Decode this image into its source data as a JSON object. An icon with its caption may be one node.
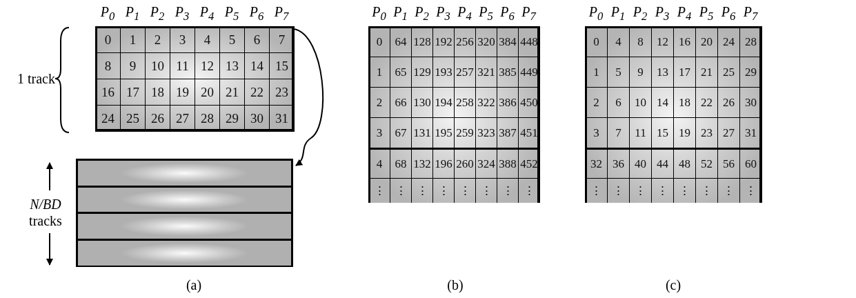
{
  "diagram": {
    "nodes": [
      {
        "text": [],
        "shape": "box"
      },
      {
        "text": [],
        "shape": "box"
      }
    ],
    "edges": [
      {
        "from": 0,
        "to": 1,
        "arrow": "to"
      }
    ],
    "labels": [
      "P$_{0}$",
      "P$_{1}$",
      "P$_{2}$",
      "P$_{3}$",
      "P$_{4}$",
      "P$_{5}$",
      "P$_{6}$",
      "P$_{7}$",
      "0",
      "1",
      "2",
      "3",
      "4",
      "5",
      "6",
      "7",
      "8",
      "9",
      "10",
      "11",
      "12",
      "13",
      "14",
      "15",
      "16",
      "17",
      "18",
      "19",
      "20",
      "21",
      "22",
      "23",
      "24",
      "25",
      "26",
      "27",
      "28",
      "29",
      "30",
      "31",
      "1 track",
      "*N/BD* tracks",
      "(a)",
      "P$_{0}$",
      "P$_{1}$",
      "P$_{2}$",
      "P$_{3}$",
      "P$_{4}$",
      "P$_{5}$",
      "P$_{6}$",
      "P$_{7}$",
      "0",
      "64",
      "128",
      "192",
      "256",
      "320",
      "384",
      "448",
      "1",
      "65",
      "129",
      "193",
      "257",
      "321",
      "385",
      "449",
      "2",
      "66",
      "130",
      "194",
      "258",
      "322",
      "386",
      "450",
      "3",
      "67",
      "131",
      "195",
      "259",
      "323",
      "387",
      "451",
      "4",
      "68",
      "132",
      "196",
      "260",
      "324",
      "388",
      "452",
      "⋮",
      "⋮",
      "⋮",
      "⋮",
      "⋮",
      "⋮",
      "⋮",
      "⋮",
      "(b)",
      "P$_{0}$",
      "P$_{1}$",
      "P$_{2}$",
      "P$_{3}$",
      "P$_{4}$",
      "P$_{5}$",
      "P$_{6}$",
      "P$_{7}$",
      "0",
      "4",
      "8",
      "12",
      "16",
      "20",
      "24",
      "28",
      "1",
      "5",
      "9",
      "13",
      "17",
      "21",
      "25",
      "29",
      "2",
      "6",
      "10",
      "14",
      "18",
      "22",
      "26",
      "30",
      "3",
      "7",
      "11",
      "15",
      "19",
      "23",
      "27",
      "31",
      "32",
      "36",
      "40",
      "44",
      "48",
      "52",
      "56",
      "60",
      "⋮",
      "⋮",
      "⋮",
      "⋮",
      "⋮",
      "⋮",
      "⋮",
      "⋮",
      "(c)"
    ]
  }
}
